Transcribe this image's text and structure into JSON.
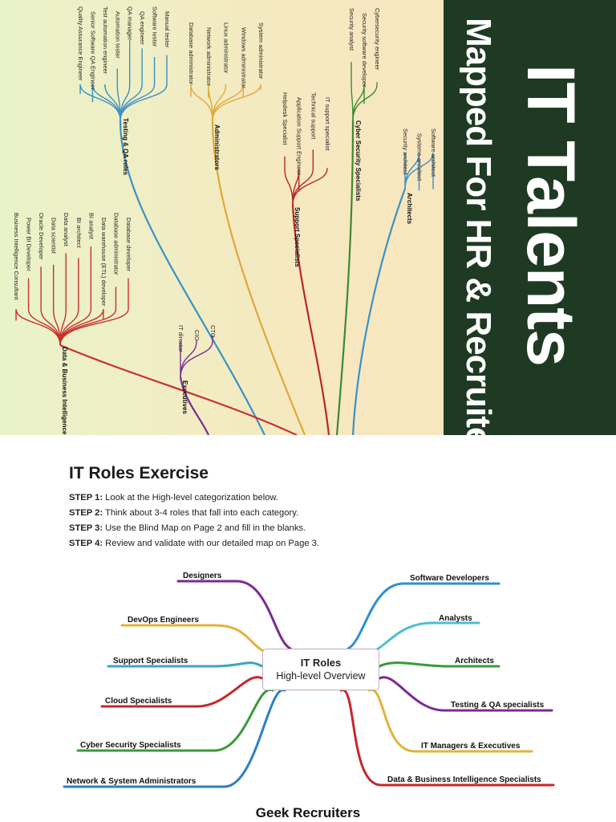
{
  "cover": {
    "title": "IT Talents",
    "subtitle": "Mapped For HR & Recruiters",
    "branches": [
      {
        "name": "Testing & QA roles",
        "color": "#3a92c4",
        "roles": [
          "Quality Assurance Engineer",
          "Senior Software QA Engineer",
          "Test automation engineer",
          "Automation tester",
          "QA manager",
          "QA engineer",
          "Software tester",
          "Manual tester"
        ]
      },
      {
        "name": "Administrators",
        "color": "#e0a83a",
        "roles": [
          "Database administrator",
          "Network administrator",
          "Linux administrator",
          "Windows administrator",
          "System administrator"
        ]
      },
      {
        "name": "Cyber Security Specialists",
        "color": "#3a8a35",
        "roles": [
          "Security analyst",
          "Security software developer",
          "Cybersecurity engineer"
        ]
      },
      {
        "name": "Support Specialists",
        "color": "#b8262a",
        "roles": [
          "Helpdesk Specialist",
          "Application Support Engineer",
          "Technical support",
          "IT support specialist"
        ]
      },
      {
        "name": "Architects",
        "color": "#3a92c4",
        "roles": [
          "Security architect",
          "Systems architect",
          "Software architect"
        ]
      },
      {
        "name": "Data & Business Intelligence",
        "color": "#c8302c",
        "roles": [
          "Business Intelligence Consultant",
          "Power BI Developer",
          "Oracle Developer",
          "Data scientist",
          "Data analyst",
          "BI architect",
          "BI analyst",
          "Data warehouse (ETL) developer",
          "Database administrator",
          "Database developer"
        ]
      },
      {
        "name": "Executives",
        "color": "#7a2a96",
        "roles": [
          "IT director",
          "CIO",
          "CTO"
        ]
      }
    ]
  },
  "exercise": {
    "title": "IT Roles Exercise",
    "steps": [
      {
        "label": "STEP 1:",
        "text": " Look at the High-level categorization below."
      },
      {
        "label": "STEP 2:",
        "text": " Think about 3-4 roles that fall into each category."
      },
      {
        "label": "STEP 3:",
        "text": " Use the Blind Map on Page 2 and fill in the blanks."
      },
      {
        "label": "STEP 4:",
        "text": " Review and validate with our detailed map on Page 3."
      }
    ]
  },
  "overview": {
    "center_title": "IT Roles",
    "center_subtitle": "High-level Overview",
    "left": [
      {
        "label": "Designers",
        "color": "#7b2a95"
      },
      {
        "label": "DevOps Engineers",
        "color": "#e3b23c"
      },
      {
        "label": "Support Specialists",
        "color": "#3aa6c2"
      },
      {
        "label": "Cloud Specialists",
        "color": "#c4282b"
      },
      {
        "label": "Cyber Security Specialists",
        "color": "#3a9a3a"
      },
      {
        "label": "Network & System Administrators",
        "color": "#2e7fc4"
      }
    ],
    "right": [
      {
        "label": "Software Developers",
        "color": "#2e8fcf"
      },
      {
        "label": "Analysts",
        "color": "#4bbfd0"
      },
      {
        "label": "Architects",
        "color": "#3a9a3a"
      },
      {
        "label": "Testing & QA specialists",
        "color": "#7b2a95"
      },
      {
        "label": "IT Managers & Executives",
        "color": "#e3b23c"
      },
      {
        "label": "Data & Business Intelligence Specialists",
        "color": "#c4282b"
      }
    ]
  },
  "footer": "Geek Recruiters"
}
